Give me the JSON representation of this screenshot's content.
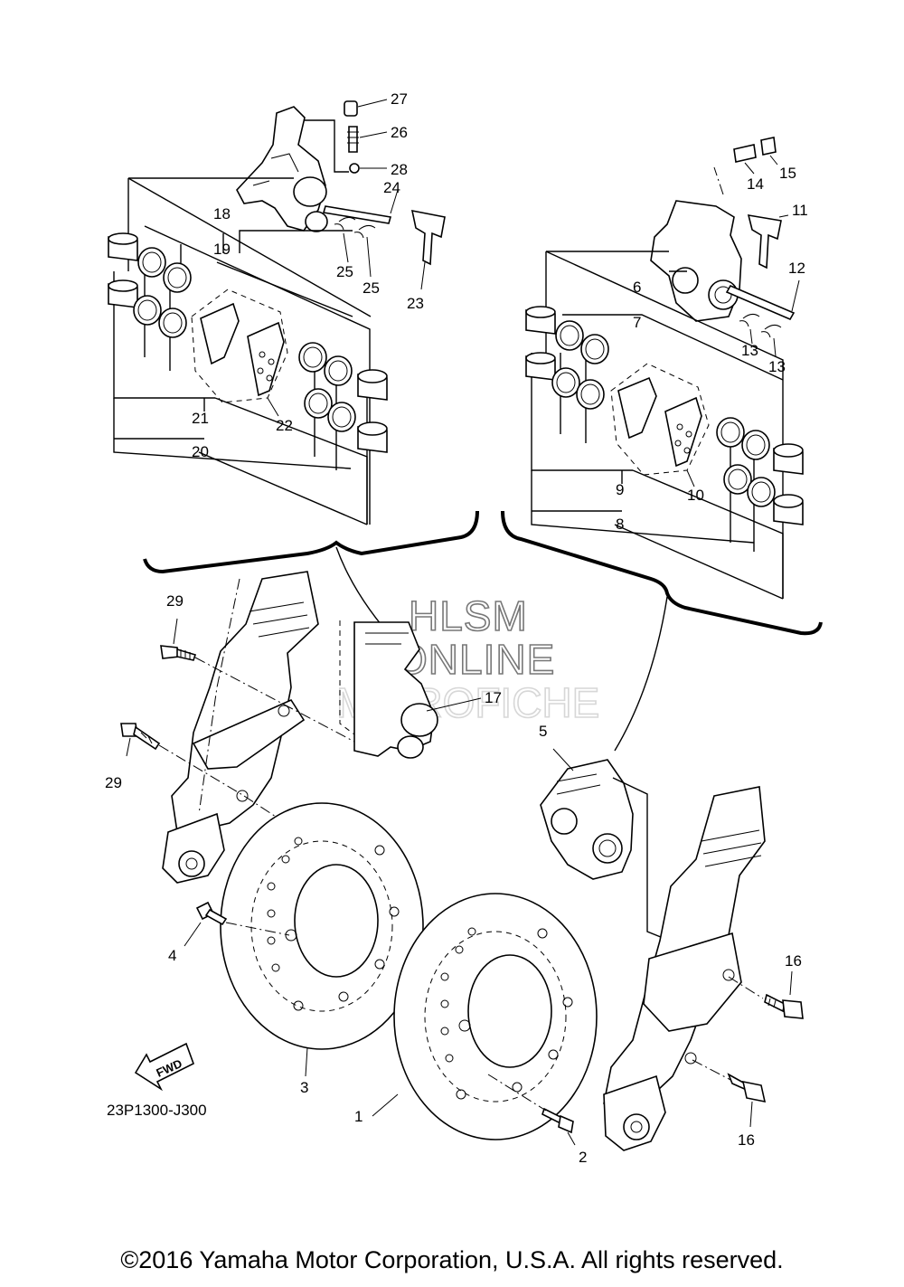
{
  "diagram": {
    "drawing_code": "23P1300-J300",
    "fwd_label": "FWD",
    "watermark": [
      "HLSM",
      "ONLINE",
      "MICROFICHE"
    ],
    "callouts": {
      "c1": "1",
      "c2": "2",
      "c3": "3",
      "c4": "4",
      "c5": "5",
      "c6": "6",
      "c7": "7",
      "c8": "8",
      "c9": "9",
      "c10": "10",
      "c11": "11",
      "c12": "12",
      "c13a": "13",
      "c13b": "13",
      "c14": "14",
      "c15": "15",
      "c16a": "16",
      "c16b": "16",
      "c17": "17",
      "c18": "18",
      "c19": "19",
      "c20": "20",
      "c21": "21",
      "c22": "22",
      "c23": "23",
      "c24": "24",
      "c25a": "25",
      "c25b": "25",
      "c26": "26",
      "c27": "27",
      "c28": "28",
      "c29a": "29",
      "c29b": "29"
    }
  },
  "footer": {
    "copyright": "©2016 Yamaha Motor Corporation, U.S.A. All rights reserved."
  }
}
